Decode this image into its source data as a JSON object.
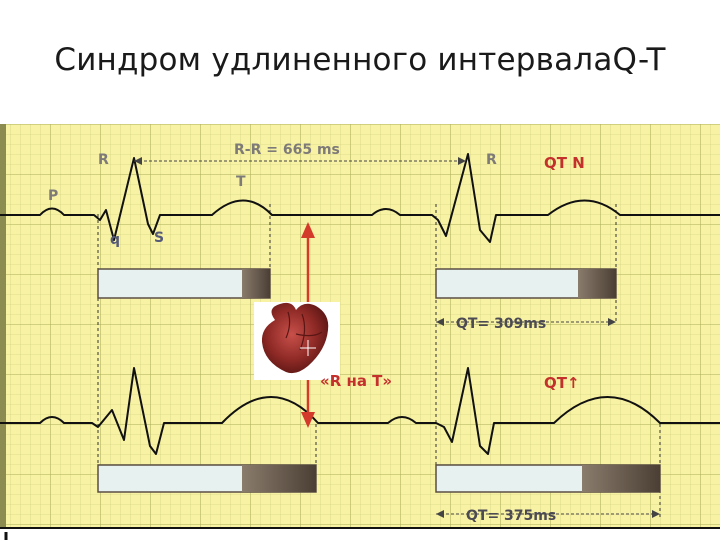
{
  "slide": {
    "title": "Синдром удлиненного интервалаQ-T"
  },
  "figure": {
    "labels": {
      "r_left": "R",
      "r_right": "R",
      "p": "P",
      "q": "q",
      "s": "S",
      "t": "T",
      "rr_interval": "R-R = 665 ms",
      "qt_normal": "QT N",
      "qt_prolonged": "QT↑",
      "r_on_t": "«R на T»",
      "qt_top_value": "QT= 309ms",
      "qt_bottom_value": "QT= 375ms"
    },
    "colors": {
      "grid_background": "#f8f2a4",
      "grid_line": "#b9bf6c",
      "trace": "#111111",
      "arrow": "#d43a2a",
      "bar_fill": "#e6f1f0",
      "bar_end": "#6b5f52",
      "heart": "#8f2a26"
    }
  }
}
